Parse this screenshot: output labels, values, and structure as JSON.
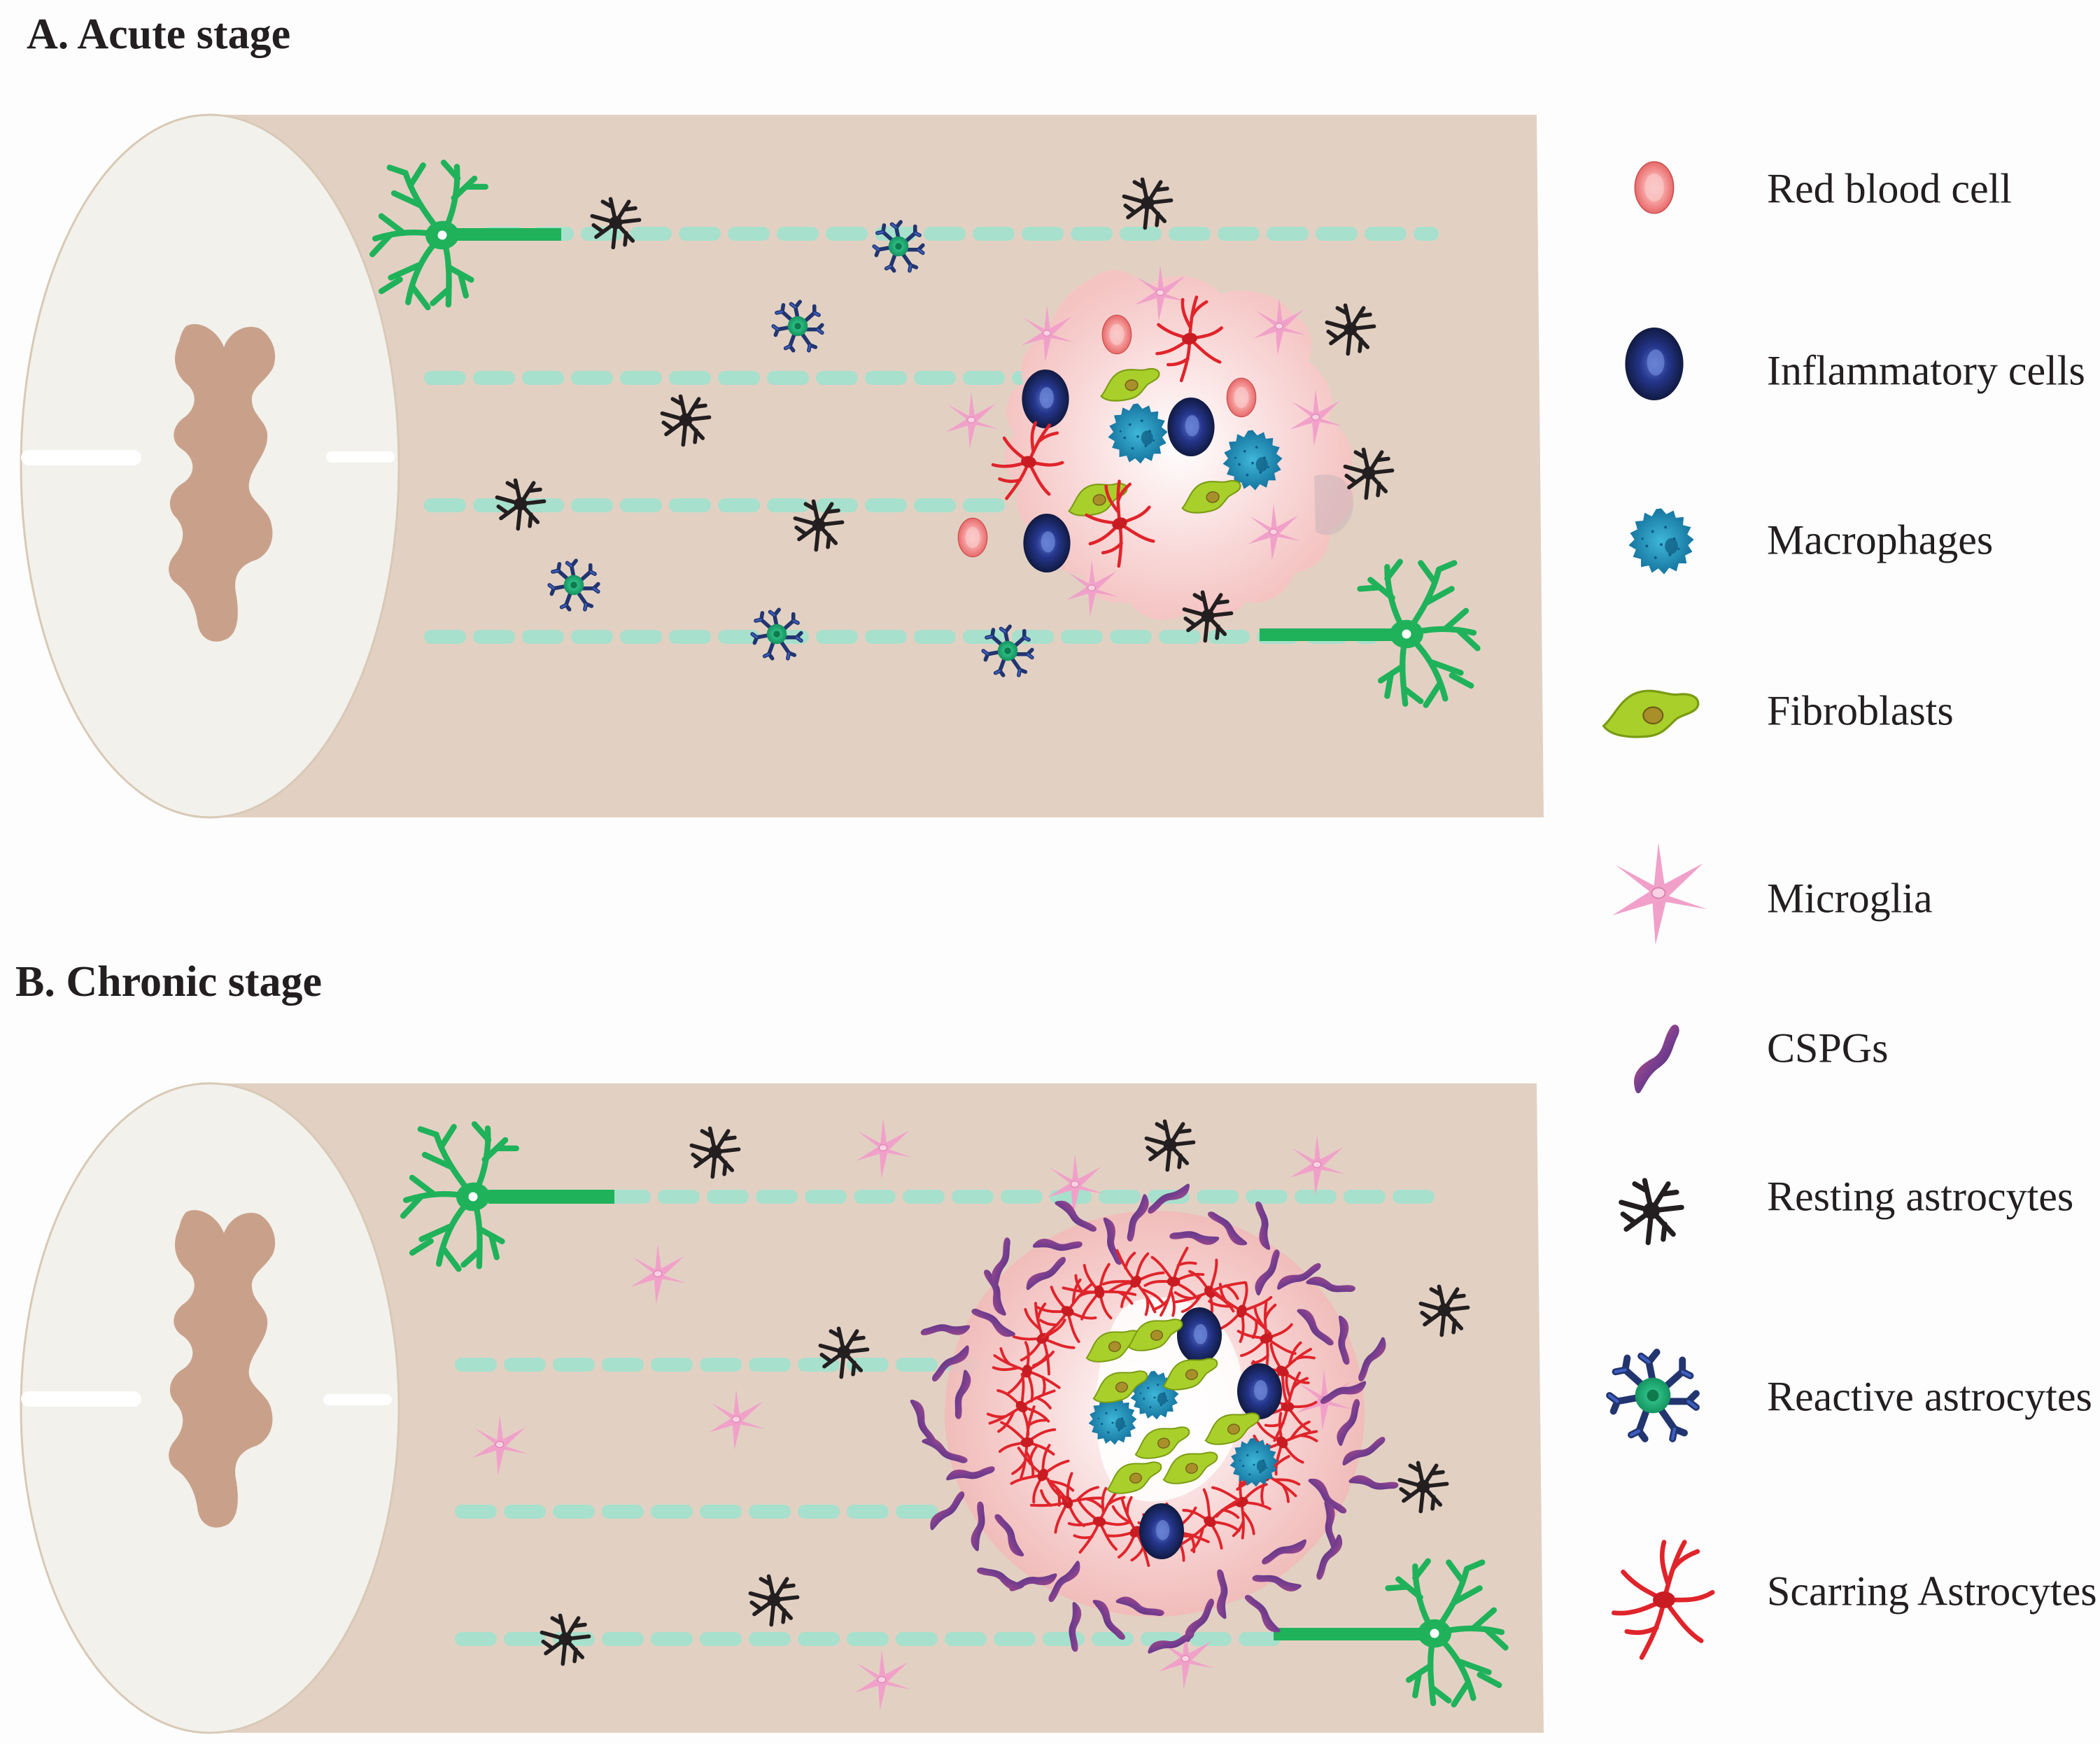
{
  "panels": [
    {
      "id": "acute",
      "title": "A. Acute stage"
    },
    {
      "id": "chronic",
      "title": "B. Chronic stage"
    }
  ],
  "legend": [
    {
      "key": "rbc",
      "label": "Red blood cell",
      "icon": "red-blood-cell-icon"
    },
    {
      "key": "inflammatory",
      "label": "Inflammatory cells",
      "icon": "inflammatory-cell-icon"
    },
    {
      "key": "macrophage",
      "label": "Macrophages",
      "icon": "macrophage-icon"
    },
    {
      "key": "fibroblast",
      "label": "Fibroblasts",
      "icon": "fibroblast-icon"
    },
    {
      "key": "microglia",
      "label": "Microglia",
      "icon": "microglia-icon"
    },
    {
      "key": "cspg",
      "label": "CSPGs",
      "icon": "cspg-icon"
    },
    {
      "key": "resting",
      "label": "Resting astrocytes",
      "icon": "resting-astrocyte-icon"
    },
    {
      "key": "reactive",
      "label": "Reactive astrocytes",
      "icon": "reactive-astrocyte-icon"
    },
    {
      "key": "scarring",
      "label": "Scarring Astrocytes",
      "icon": "scarring-astrocyte-icon"
    }
  ],
  "colors": {
    "cord_body": "#e2d1c3",
    "cord_end": "#f2f1ec",
    "grey_matter": "#c9a18a",
    "axon_dash": "#a7e0cc",
    "neuron": "#1fb25a",
    "red_blood_cell": "#f28b8b",
    "inflammatory_cell": "#1d2a5c",
    "macrophage": "#1e93b8",
    "fibroblast": "#a8cf2a",
    "microglia": "#ef9bc6",
    "cspg": "#6a3d8a",
    "resting_astrocyte": "#231f20",
    "reactive_astrocyte": "#22b573",
    "scarring_astrocyte": "#e0242b",
    "lesion_glow": "#f7c9c9"
  }
}
